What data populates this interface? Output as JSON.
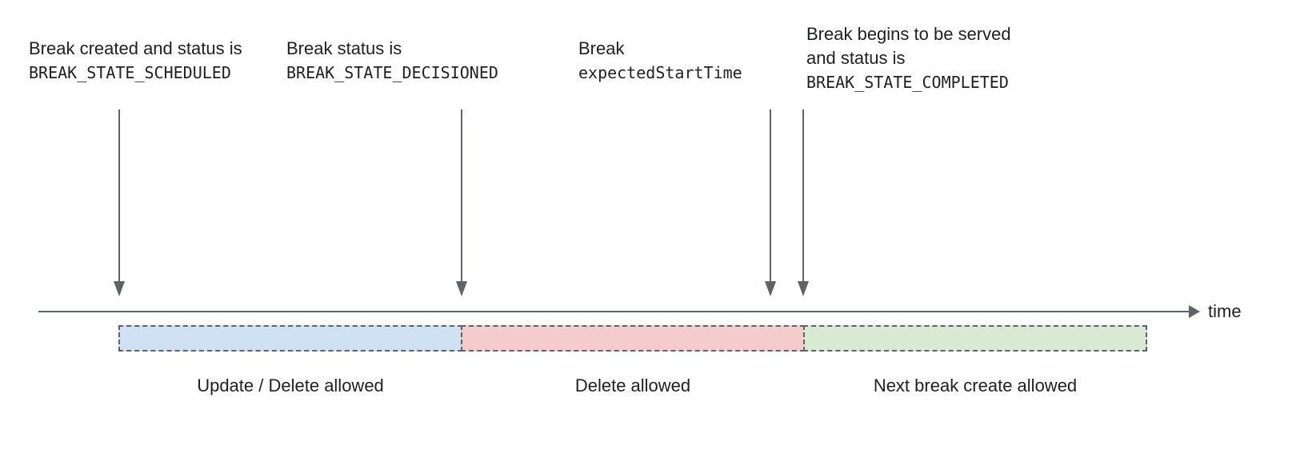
{
  "annotations": [
    {
      "lines": [
        "Break created and status is",
        "BREAK_STATE_SCHEDULED"
      ]
    },
    {
      "lines": [
        "Break status is",
        "BREAK_STATE_DECISIONED"
      ]
    },
    {
      "lines": [
        "Break",
        "expectedStartTime"
      ]
    },
    {
      "lines": [
        "Break begins to be served",
        "and status is",
        "BREAK_STATE_COMPLETED"
      ]
    }
  ],
  "timeline": {
    "label": "time"
  },
  "segments": [
    {
      "label": "Update / Delete allowed",
      "fill": "#cfe2f3"
    },
    {
      "label": "Delete allowed",
      "fill": "#f4cccc"
    },
    {
      "label": "Next break create allowed",
      "fill": "#d9ead3"
    }
  ],
  "colors": {
    "line": "#5f6368",
    "text": "#202124"
  }
}
